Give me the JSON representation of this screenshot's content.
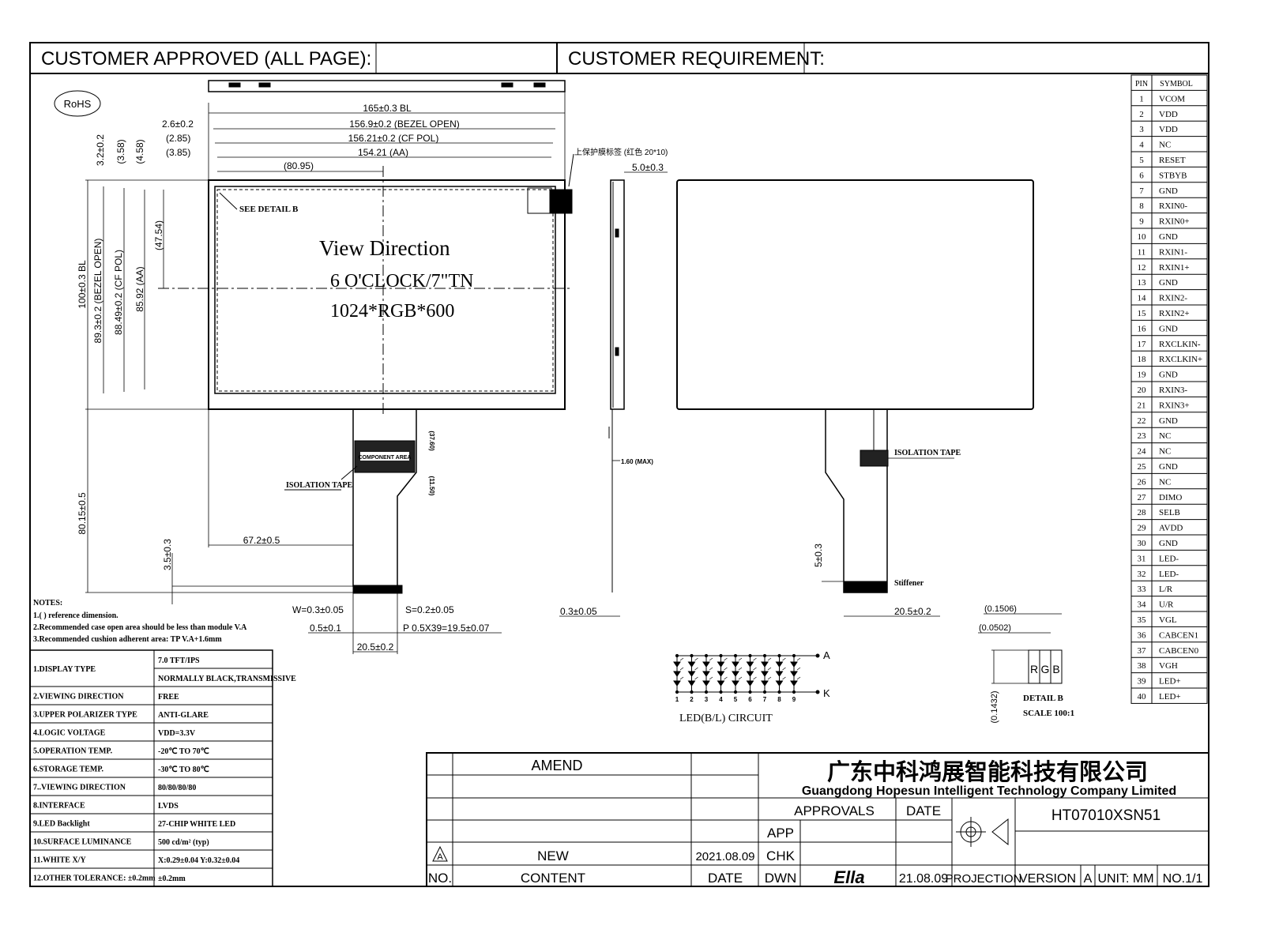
{
  "header": {
    "customer_approved": "CUSTOMER  APPROVED  (ALL  PAGE):",
    "customer_requirement": "CUSTOMER  REQUIREMENT:"
  },
  "rohs": "RoHS",
  "front_view": {
    "line1": "View Direction",
    "line2": "6 O'CLOCK/7\"TN",
    "line3": "1024*RGB*600",
    "see_detail": "SEE DETAIL B",
    "protective_label": "上保护膜标签 (红色 20*10)",
    "isolation_tape": "ISOLATION TAPE",
    "component_area": "COMPONENT AREA"
  },
  "dimensions": {
    "bl_width": "165±0.3  BL",
    "bezel_open_w": "156.9±0.2 (BEZEL OPEN)",
    "cf_pol_w": "156.21±0.2 (CF POL)",
    "aa_w": "154.21 (AA)",
    "center_x": "(80.95)",
    "left_bezel": "2.6±0.2",
    "left_cf": "(2.85)",
    "left_aa": "(3.85)",
    "top_bezel": "3.2±0.2",
    "top_cf": "(3.58)",
    "top_aa": "(4.58)",
    "bl_height": "100±0.3  BL",
    "bezel_open_h": "89.3±0.2 (BEZEL OPEN)",
    "cf_pol_h": "88.49±0.2 (CF POL)",
    "aa_h": "85.92 (AA)",
    "center_y": "(47.54)",
    "total_h": "80.15±0.5",
    "fpc_x": "67.2±0.5",
    "fpc_end": "3.5±0.3",
    "fpc_a": "(37.60)",
    "fpc_b": "(11.50)",
    "w": "W=0.3±0.05",
    "s": "S=0.2±0.05",
    "pitch_edge": "0.5±0.1",
    "pitch": "P  0.5X39=19.5±0.07",
    "fpc_w": "20.5±0.2",
    "side_t": "5.0±0.3",
    "side_max": "1.60 (MAX)",
    "side_b": "0.3±0.05",
    "rear_stiff": "5±0.3",
    "rear_w": "20.5±0.2",
    "detail_a": "(0.1506)",
    "detail_b": "(0.0502)",
    "detail_h": "(0.1432)"
  },
  "rear_view": {
    "isolation_tape": "ISOLATION TAPE",
    "stiffener": "Stiffener"
  },
  "notes": {
    "title": "NOTES:",
    "items": [
      "1.( ) reference dimension.",
      "2.Recommended case open area should be less than module V.A",
      "3.Recommended cushion adherent area: TP V.A+1.6mm"
    ]
  },
  "specs": [
    {
      "label": "1.DISPLAY TYPE",
      "values": [
        "7.0 TFT/IPS",
        "NORMALLY BLACK,TRANSMISSIVE"
      ]
    },
    {
      "label": "2.VIEWING DIRECTION",
      "values": [
        "FREE"
      ]
    },
    {
      "label": "3.UPPER POLARIZER TYPE",
      "values": [
        "ANTI-GLARE"
      ]
    },
    {
      "label": "4.LOGIC VOLTAGE",
      "values": [
        "VDD=3.3V"
      ]
    },
    {
      "label": "5.OPERATION TEMP.",
      "values": [
        "-20℃ TO 70℃"
      ]
    },
    {
      "label": "6.STORAGE TEMP.",
      "values": [
        "-30℃ TO 80℃"
      ]
    },
    {
      "label": "7..VIEWING DIRECTION",
      "values": [
        "80/80/80/80"
      ]
    },
    {
      "label": "8.INTERFACE",
      "values": [
        "LVDS"
      ]
    },
    {
      "label": "9.LED Backlight",
      "values": [
        "27-CHIP WHITE LED"
      ]
    },
    {
      "label": "10.SURFACE LUMINANCE",
      "values": [
        "500 cd/m² (typ)"
      ]
    },
    {
      "label": "11.WHITE X/Y",
      "values": [
        "X:0.29±0.04  Y:0.32±0.04"
      ]
    },
    {
      "label": "12.OTHER TOLERANCE: ±0.2mm",
      "values": [
        "±0.2mm"
      ]
    }
  ],
  "pins": {
    "header": [
      "PIN",
      "SYMBOL"
    ],
    "rows": [
      "VCOM",
      "VDD",
      "VDD",
      "NC",
      "RESET",
      "STBYB",
      "GND",
      "RXIN0-",
      "RXIN0+",
      "GND",
      "RXIN1-",
      "RXIN1+",
      "GND",
      "RXIN2-",
      "RXIN2+",
      "GND",
      "RXCLKIN-",
      "RXCLKIN+",
      "GND",
      "RXIN3-",
      "RXIN3+",
      "GND",
      "NC",
      "NC",
      "GND",
      "NC",
      "DIMO",
      "SELB",
      "AVDD",
      "GND",
      "LED-",
      "LED-",
      "L/R",
      "U/R",
      "VGL",
      "CABCEN1",
      "CABCEN0",
      "VGH",
      "LED+",
      "LED+"
    ]
  },
  "led_circuit": {
    "label": "LED(B/L)  CIRCUIT",
    "anode": "A",
    "cathode": "K",
    "columns": [
      "1",
      "2",
      "3",
      "4",
      "5",
      "6",
      "7",
      "8",
      "9"
    ]
  },
  "detail_b": {
    "r": "R",
    "g": "G",
    "bl": "B",
    "title": "DETAIL B",
    "scale": "SCALE 100:1"
  },
  "title_block": {
    "amend": "AMEND",
    "company_cn": "广东中科鸿展智能科技有限公司",
    "company_en": "Guangdong Hopesun Intelligent Technology Company Limited",
    "approvals": "APPROVALS",
    "date": "DATE",
    "model": "HT07010XSN51",
    "app": "APP",
    "chk": "CHK",
    "dwn": "DWN",
    "rev_symbol": "A",
    "new": "NEW",
    "new_date": "2021.08.09",
    "no": "NO.",
    "content": "CONTENT",
    "date_col": "DATE",
    "signature": "Ella",
    "dwn_date": "21.08.09",
    "projection": "PROJECTION",
    "version_label": "VERSION",
    "version": "A",
    "unit": "UNIT: MM",
    "sheet": "NO.1/1"
  }
}
